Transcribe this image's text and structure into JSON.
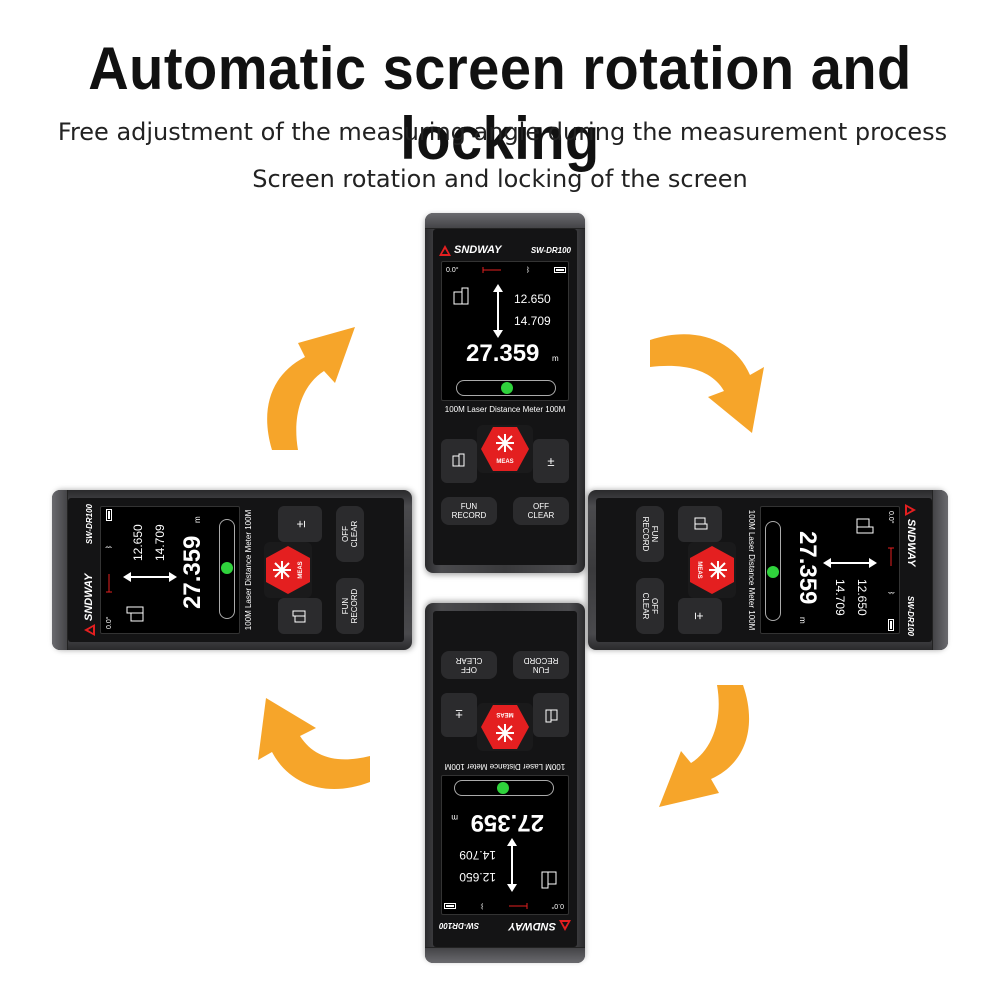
{
  "headline": "Automatic screen rotation and locking",
  "subtitle_1": "Free adjustment of the measuring angle during the measurement process",
  "subtitle_2": "Screen rotation and locking of the screen",
  "device": {
    "brand": "SNDWAY",
    "model": "SW-DR100",
    "angle": "0.0°",
    "reading_1": "12.650",
    "reading_2": "14.709",
    "main_reading": "27.359",
    "unit": "m",
    "caption": "100M Laser Distance Meter 100M",
    "meas_label": "MEAS",
    "fun_label": "FUN",
    "record_label": "RECORD",
    "off_label": "OFF",
    "clear_label": "CLEAR",
    "plus_minus": "±"
  },
  "colors": {
    "arrow": "#f6a52a",
    "meas_button": "#e41f20",
    "indicator": "#2fd33c"
  },
  "icons": [
    "arrow-up-right-curve",
    "arrow-down-right-curve",
    "arrow-down-left-curve",
    "arrow-up-left-curve"
  ]
}
